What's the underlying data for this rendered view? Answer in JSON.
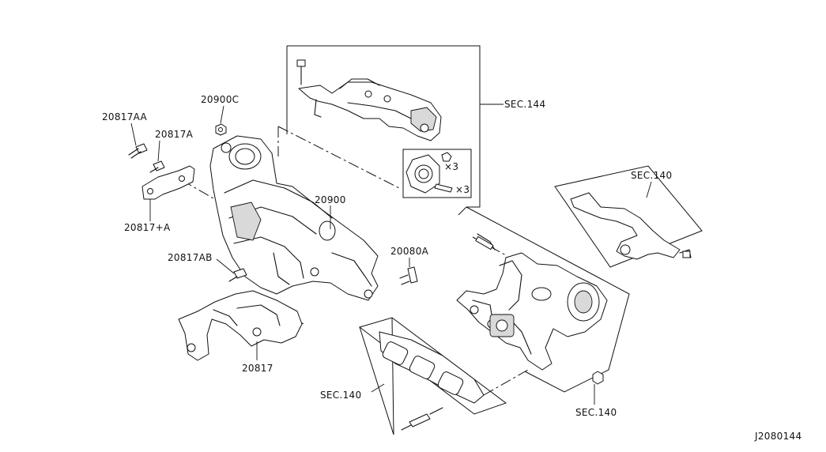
{
  "diagram_id": "J2080144",
  "labels": {
    "p20817AA": "20817AA",
    "p20817A": "20817A",
    "p20817plusA": "20817+A",
    "p20900C": "20900C",
    "p20900": "20900",
    "p20817AB": "20817AB",
    "p20080A": "20080A",
    "p20817": "20817",
    "sec144": "SEC.144",
    "sec140_top": "SEC.140",
    "sec140_gasket": "SEC.140",
    "sec140_bottom": "SEC.140",
    "qty_nut": "×3",
    "qty_stud": "×3"
  }
}
